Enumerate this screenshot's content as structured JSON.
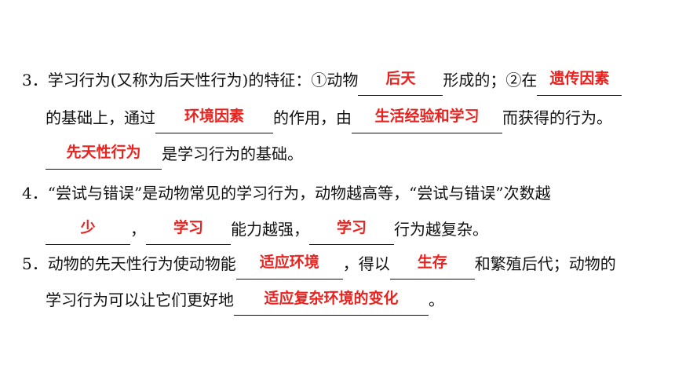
{
  "q3": {
    "number": "3．",
    "line1_a": "学习行为(又称为后天性行为)的特征：①动物",
    "ans1": "后天",
    "line1_b": "形成的；②在",
    "ans2": "遗传因素",
    "line2_a": "的基础上，通过",
    "ans3": "环境因素",
    "line2_b": "的作用，由",
    "ans4": "生活经验和学习",
    "line2_c": "而获得的行为。",
    "ans5": "先天性行为",
    "line3_a": "是学习行为的基础。"
  },
  "q4": {
    "number": "4．",
    "line1": "“尝试与错误”是动物常见的学习行为，动物越高等，“尝试与错误”次数越",
    "ans1": "少",
    "sep1": "，",
    "ans2": "学习",
    "line2_a": "能力越强，",
    "ans3": "学习",
    "line2_b": "行为越复杂。"
  },
  "q5": {
    "number": "5．",
    "line1_a": "动物的先天性行为使动物能",
    "ans1": "适应环境",
    "line1_b": "，得以",
    "ans2": "生存",
    "line1_c": "和繁殖后代；动物的",
    "line2_a": "学习行为可以让它们更好地",
    "ans3": "适应复杂环境的变化",
    "line2_b": "。"
  }
}
